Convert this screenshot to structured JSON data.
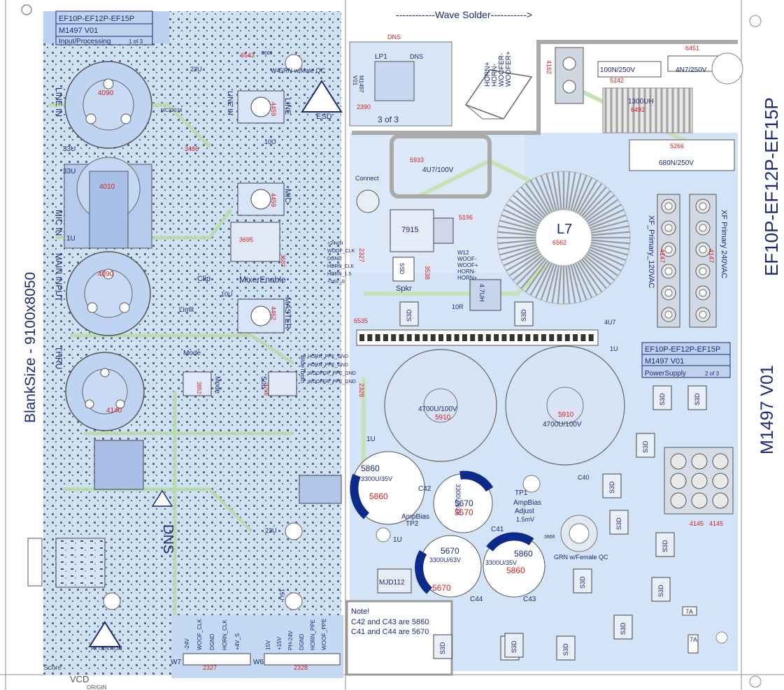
{
  "colors": {
    "board_blue": "#cfe0f7",
    "board_blue_dark": "#b9d0f0",
    "trace_green": "#cfe9c3",
    "label_navy": "#1e2a78",
    "ref_red": "#d62020",
    "cap_band": "#0b2a8a",
    "gray_line": "#8c8c8c",
    "hatch_gray": "#a6a6a6"
  },
  "titles": {
    "wave_solder": "------------Wave Solder----------->",
    "blank_size": "BlankSize - 9100x8050",
    "model_vertical": "EF10P-EF12P-EF15P",
    "rev_vertical": "M1497 V01",
    "score": "Score",
    "vcd": "VCD",
    "origin": "ORIGIN",
    "dns": "DNS"
  },
  "input_box": {
    "model": "EF10P-EF12P-EF15P",
    "rev": "M1497  V01",
    "sheet_name": "Input/Processing",
    "sheet_num": "1 of 3"
  },
  "power_box": {
    "model": "EF10P-EF12P-EF15P",
    "rev": "M1497  V01",
    "sheet_name": "PowerSupply",
    "sheet_num": "2 of 3"
  },
  "output_box": {
    "rev": "M1497",
    "rev2": "V01",
    "sheet_num": "3 of  3",
    "lp": "LP1",
    "dns": "DNS",
    "ref": "2390"
  },
  "left_labels": {
    "line_in": "LINE IN",
    "mic_in": "MIC IN",
    "main_input": "MAIN INPUT",
    "thru": "THRU",
    "line": "LINE",
    "mic": "MIC",
    "master": "MASTER",
    "mixer_enable": "MixerEnable",
    "clip": "Clip",
    "limit": "Limit",
    "mode": "Mode",
    "sub": "Sub",
    "bluetooth": "BlueTooth",
    "grn_male": "GRN w/Male QC",
    "esd": "ESD",
    "attention": "ATTENTION",
    "dns_big": "DNS",
    "w4": "W4",
    "w7": "W7",
    "w6": "W6"
  },
  "refs_left": {
    "r4090a": "4090",
    "r4010": "4010",
    "r4090b": "4090",
    "r4140": "4140",
    "r6543": "6543",
    "r3486": "3486",
    "r4459a": "4459",
    "r4459b": "4459",
    "r3695": "3695",
    "r3582": "3582",
    "r4462": "4462",
    "r3852": "3852",
    "r3756": "3756",
    "r2327": "2327",
    "r2328": "2328"
  },
  "left_values": {
    "c33u_a": "33U",
    "c33u_b": "33U",
    "c1u": "1U",
    "c10u_a": "10U",
    "c10u_b": "10U",
    "c22u": "22U",
    "c22u_b": "22U",
    "c15u": "15U",
    "mc3": "MC33078"
  },
  "w7_pins": [
    "-24V",
    "WOOF_CLK",
    "DGND",
    "HORN_CLK",
    "+4V_S"
  ],
  "w6_pins": [
    "15V",
    "+15V",
    "PH-24V",
    "DGND",
    "HORN_PPE",
    "WOOF_PPE"
  ],
  "right_labels": {
    "capacitor_c45": "100N/250V",
    "capacitor_c48": "4N7/250V",
    "inductor_l6": "1300UH",
    "cap_c47": "680N/250V",
    "cap_top": "4U7/100V",
    "regulator": "7915",
    "connect": "Connect",
    "l7": "L7",
    "xf_120": "XF_Primary_120VAC",
    "xf_240": "XF Primary 240VAC",
    "spkr": "Spkr",
    "ind_47": "4.7UH",
    "big_cap_a": "4700U/100V",
    "big_cap_b": "4700U/100V",
    "c5860a_val": "5860",
    "c5860a_sub": "3300U/35V",
    "c5670a_val": "5670",
    "c5670a_sub": "3300U/63V",
    "c5670b_val": "5670",
    "c5670b_sub": "3300U/63V",
    "c5860b_val": "5860",
    "c5860b_sub": "3300U/35V",
    "c42": "C42",
    "c41": "C41",
    "c44": "C44",
    "c43": "C43",
    "c40": "C40",
    "tp1": "TP1",
    "tp2": "TP2",
    "amp_bias": "AmpBias",
    "amp_bias_adj": "AmpBias",
    "adjust": "Adjust",
    "adjust_mv": "1.5mV",
    "grn_female": "GRN w/Female QC",
    "mjd": "MJD112",
    "c1u_r": "1U",
    "c4u7": "4U7",
    "c1u_r2": "1U",
    "c1u_r3": "1U",
    "note_title": "Note!",
    "note_1": "C42 and C43 are 5860",
    "note_2": "C41 and C44 are 5670",
    "s3d": "S3D",
    "r10": "10R",
    "seven_a": "7A",
    "ssd": "SSD"
  },
  "connector_pins_w12": [
    "W12",
    "WOOF-",
    "WOOF+",
    "HORN-",
    "HORN+"
  ],
  "horn_woofer_top": [
    "HORN+",
    "HORN-",
    "WOOFER-",
    "WOOFER+"
  ],
  "mid_pins": [
    "HORN_PPE_GND",
    "HORN_PPE_GND",
    "WOOFER_PPE_GND",
    "WOOFER_PPE_GND"
  ],
  "left_pins_mid": [
    "+24vIN",
    "WOOF_CLK",
    "DGND",
    "HORN_CLK",
    "HORN_1.5",
    "+16V_S"
  ],
  "refs_right": {
    "r6451": "6451",
    "r5242": "5242",
    "r4162": "4162",
    "r6492": "6492",
    "r5266": "5266",
    "r5933": "5933",
    "r5196": "5196",
    "r6562": "6562",
    "r4147a": "4147",
    "r4147b": "4147",
    "r3538": "3538",
    "r2327": "2327",
    "r6535": "6535",
    "r2328": "2328",
    "r5910a": "5910",
    "r5910b": "5910",
    "r5860a": "5860",
    "r5670a": "5670",
    "r5670b": "5670",
    "r5860b": "5860",
    "r4145a": "4145",
    "r4145b": "4145",
    "r3866": "3866",
    "r3666": "3666"
  }
}
